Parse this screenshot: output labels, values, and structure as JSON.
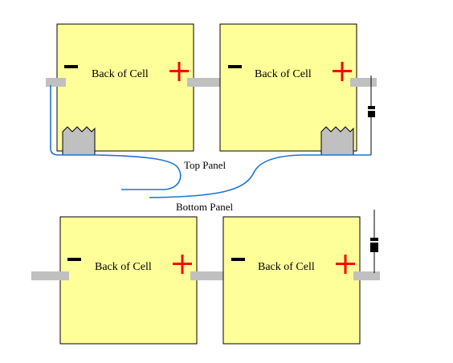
{
  "cells": {
    "top_left": {
      "label": "Back of Cell",
      "plus": "+"
    },
    "top_right": {
      "label": "Back of Cell",
      "plus": "+"
    },
    "bottom_left": {
      "label": "Back of Cell",
      "plus": "+"
    },
    "bottom_right": {
      "label": "Back of Cell",
      "plus": "+"
    }
  },
  "panels": {
    "top_label": "Top Panel",
    "bottom_label": "Bottom Panel"
  },
  "colors": {
    "cell_fill": "#ffff99",
    "cell_stroke": "#000000",
    "tab": "#c0c0c0",
    "plus": "#ff0000",
    "wire": "#1e73d2",
    "diode": "#000000"
  },
  "icons": [
    "solar-cell",
    "negative-terminal-icon",
    "positive-terminal-icon",
    "diode-icon",
    "junction-box-icon",
    "wire"
  ]
}
